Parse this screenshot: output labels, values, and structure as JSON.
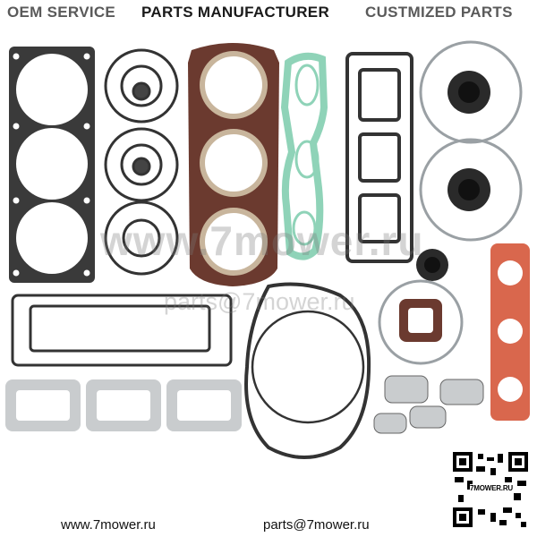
{
  "header": {
    "left": "OEM SERVICE",
    "center": "PARTS MANUFACTURER",
    "right": "CUSTMIZED PARTS"
  },
  "watermark": {
    "site": "www.7mower.ru",
    "email": "parts@7mower.ru"
  },
  "footer": {
    "website": "www.7mower.ru",
    "email": "parts@7mower.ru"
  },
  "qr": {
    "label": "7MOWER.RU"
  },
  "colors": {
    "gasket_dark": "#3a3a3a",
    "gasket_light": "#c9ccce",
    "head_gasket": "#6b3a2f",
    "green_gasket": "#8fd3b8",
    "red_gasket": "#d9674d",
    "seal": "#2a2a2a"
  }
}
